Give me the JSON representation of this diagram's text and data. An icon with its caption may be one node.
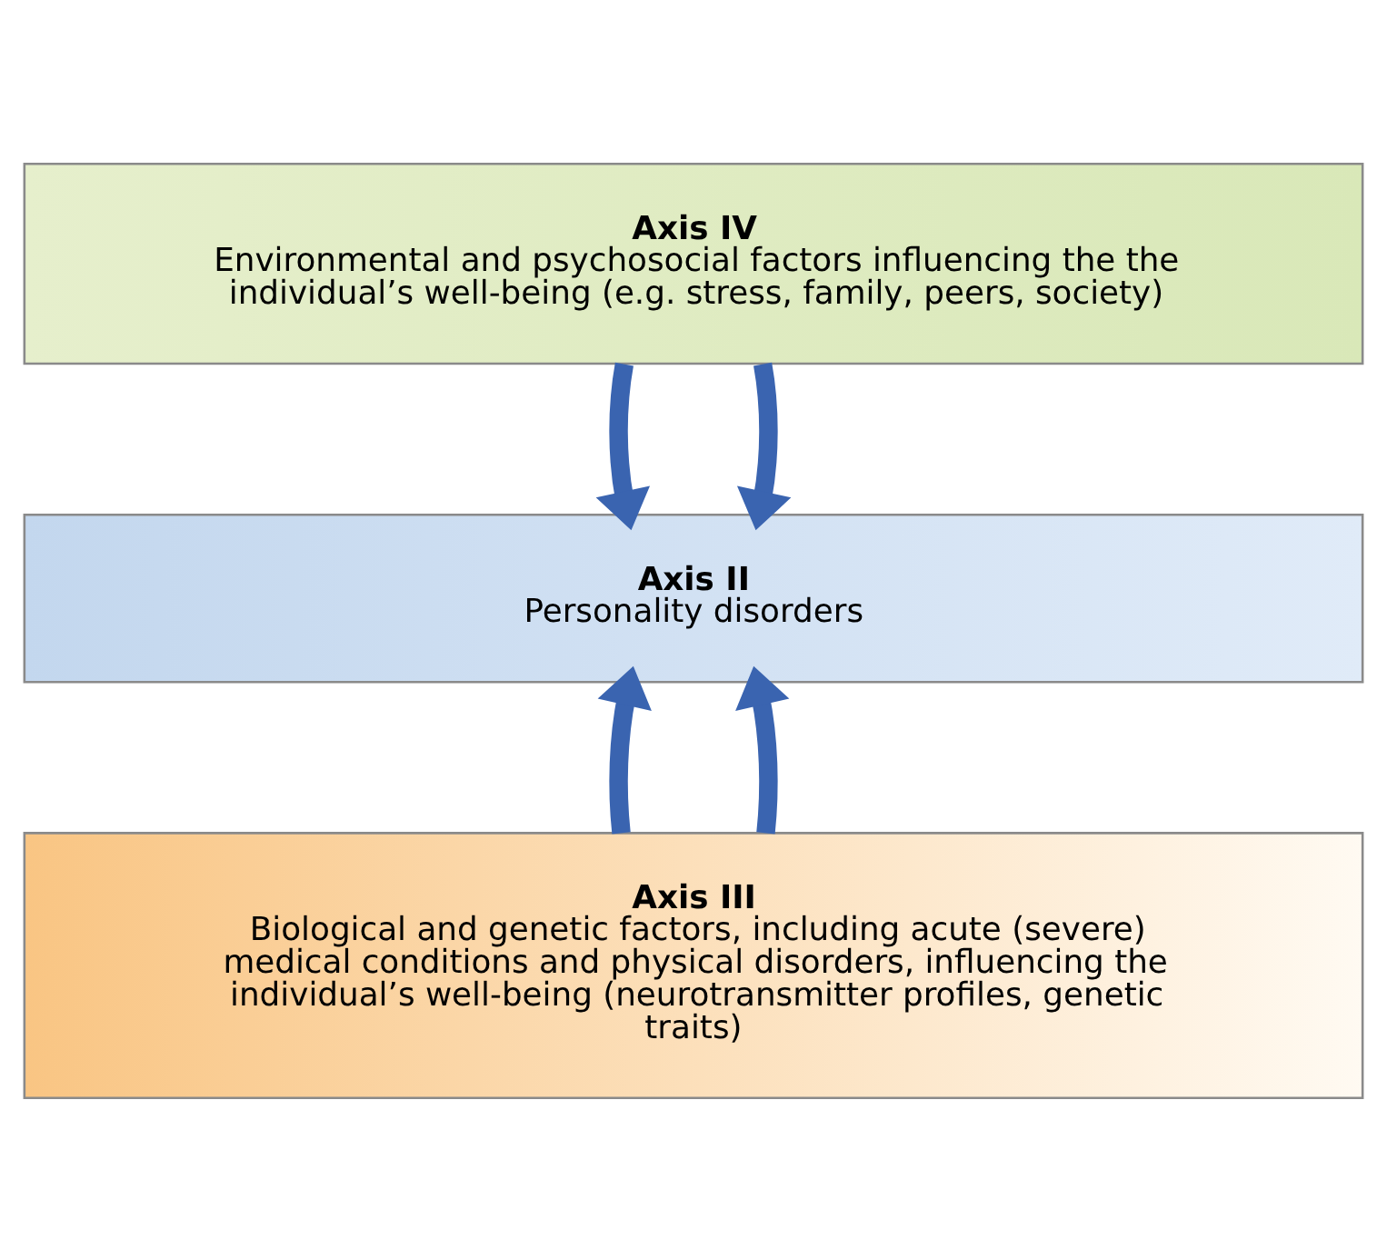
{
  "diagram": {
    "nodes": [
      {
        "text": [
          "Axis IV",
          "Environmental and psychosocial factors influencing the the individual’s well-being (e.g. stress, family, peers, society)"
        ]
      },
      {
        "text": [
          "Axis II",
          "Personality disorders"
        ]
      },
      {
        "text": [
          "Axis III",
          "Biological and genetic factors, including acute (severe) medical conditions and physical disorders, influencing the individual’s well-being (neurotransmitter profiles, genetic traits)"
        ]
      }
    ],
    "edges": [
      {
        "from": 0,
        "to": 1,
        "arrow": "to"
      },
      {
        "from": 0,
        "to": 1,
        "arrow": "to"
      },
      {
        "from": 2,
        "to": 1,
        "arrow": "to"
      },
      {
        "from": 2,
        "to": 1,
        "arrow": "to"
      }
    ]
  }
}
